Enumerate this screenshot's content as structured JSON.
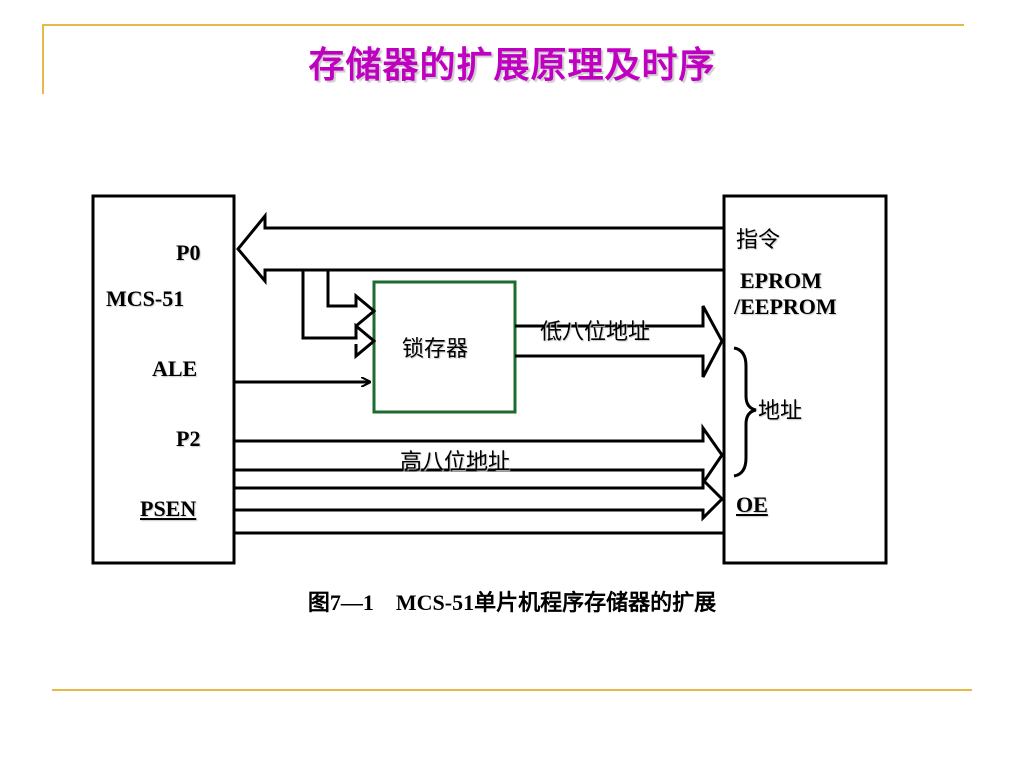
{
  "title": "存储器的扩展原理及时序",
  "diagram": {
    "mcu": {
      "p0": "P0",
      "name": "MCS-51",
      "ale": "ALE",
      "p2": "P2",
      "psen": "PSEN"
    },
    "latch": {
      "label": "锁存器"
    },
    "memory": {
      "instruction": "指令",
      "name_line1": "EPROM",
      "name_line2": "/EEPROM",
      "address": "地址",
      "oe": "OE"
    },
    "low_address": "低八位地址",
    "high_address": "高八位地址"
  },
  "caption": "图7—1　MCS-51单片机程序存储器的扩展",
  "colors": {
    "title": "#c000c0",
    "accent_line": "#e6b94a",
    "latch_border": "#1e6b2e"
  }
}
